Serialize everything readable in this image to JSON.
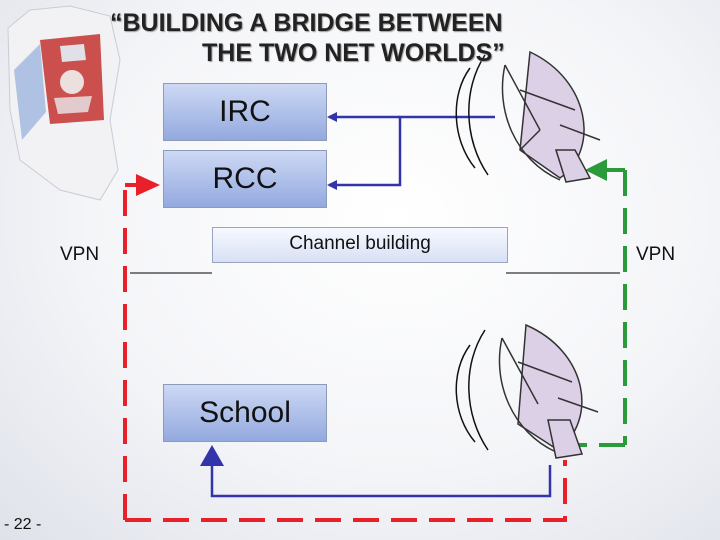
{
  "title": {
    "line1": "“BUILDING A BRIDGE BETWEEN",
    "line2": "THE TWO NET WORLDS”"
  },
  "nodes": {
    "irc": "IRC",
    "rcc": "RCC",
    "school": "School",
    "channel": "Channel building"
  },
  "labels": {
    "vpn_left": "VPN",
    "vpn_right": "VPN"
  },
  "page_number": "- 22 -",
  "colors": {
    "blue_link": "#3333aa",
    "red_vpn": "#e8202a",
    "green_vpn": "#2a9a3a",
    "box_fill": "#a9bbe8",
    "dish": "#dcd0e6"
  },
  "icons": [
    "coat-of-arms-icon",
    "satellite-dish-icon"
  ]
}
